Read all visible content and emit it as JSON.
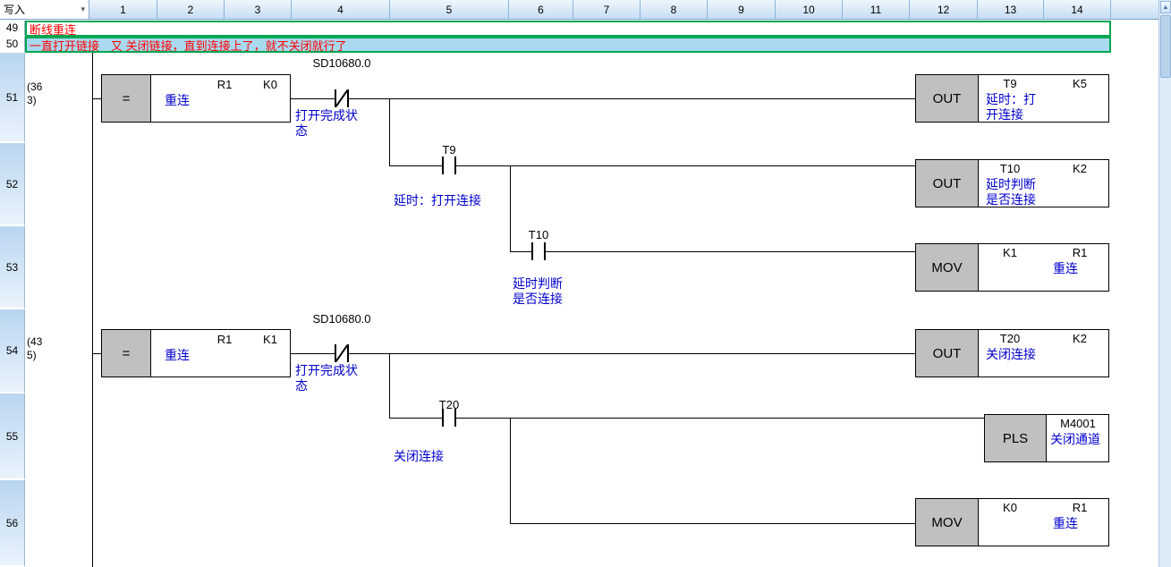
{
  "header": {
    "write_label": "写入",
    "columns": [
      "1",
      "2",
      "3",
      "4",
      "5",
      "6",
      "7",
      "8",
      "9",
      "10",
      "11",
      "12",
      "13",
      "14"
    ]
  },
  "gutter": [
    "49",
    "50",
    "51",
    "52",
    "53",
    "54",
    "55",
    "56"
  ],
  "comments": {
    "row49": "断线重连",
    "row50": "一直打开链接　又 关闭链接，直到连接上了，就不关闭就行了"
  },
  "rungs": {
    "r51": {
      "step": "(363)",
      "cmp_op": "=",
      "cmp_op1": "R1",
      "cmp_op1_comment": "重连",
      "cmp_op2": "K0",
      "contact_device": "SD10680.0",
      "contact_comment": "打开完成状态",
      "coil_mnemonic": "OUT",
      "coil_device": "T9",
      "coil_value": "K5",
      "coil_comment": "延时：打开连接"
    },
    "r52": {
      "contact_device": "T9",
      "contact_comment": "延时：打开连接",
      "coil_mnemonic": "OUT",
      "coil_device": "T10",
      "coil_value": "K2",
      "coil_comment": "延时判断是否连接"
    },
    "r53": {
      "contact_device": "T10",
      "contact_comment": "延时判断是否连接",
      "mnemonic": "MOV",
      "op1": "K1",
      "op2": "R1",
      "op2_comment": "重连"
    },
    "r54": {
      "step": "(435)",
      "cmp_op": "=",
      "cmp_op1": "R1",
      "cmp_op1_comment": "重连",
      "cmp_op2": "K1",
      "contact_device": "SD10680.0",
      "contact_comment": "打开完成状态",
      "coil_mnemonic": "OUT",
      "coil_device": "T20",
      "coil_value": "K2",
      "coil_comment": "关闭连接"
    },
    "r55": {
      "contact_device": "T20",
      "contact_comment": "关闭连接",
      "mnemonic": "PLS",
      "op1": "M4001",
      "op1_comment": "关闭通道"
    },
    "r56": {
      "mnemonic": "MOV",
      "op1": "K0",
      "op2": "R1",
      "op2_comment": "重连"
    }
  },
  "scrollbar": {
    "up_icon": "▲"
  },
  "colors": {
    "header_bg": "#c6ddf3",
    "gutter_bg": "#b9d5f0",
    "comment_text": "#ff0000",
    "comment_border": "#00a651",
    "row50_bg": "#a8d9ee",
    "device_comment": "#0000cc",
    "block_gray": "#c0c0c0"
  }
}
